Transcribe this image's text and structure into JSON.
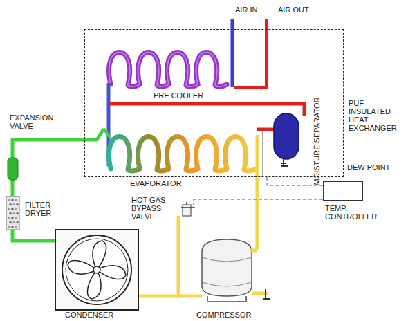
{
  "diagram": {
    "nodes": [
      {
        "text": [
          "PUF INSULATED HEAT EXCHANGER"
        ]
      },
      {
        "text": [
          "TEMP. CONTROLLER"
        ]
      }
    ],
    "edges": [
      {
        "from": 0,
        "to": 1,
        "arrow": "none"
      }
    ],
    "labels": [
      "AIR IN",
      "AIR OUT",
      "PRE COOLER",
      "EXPANSION VALVE",
      "MOISTURE SEPARATOR",
      "DEW POINT",
      "EVAPORATOR",
      "FILTER DRYER",
      "HOT GAS BYPASS VALVE",
      "CONDENSER",
      "COMPRESSOR"
    ]
  }
}
